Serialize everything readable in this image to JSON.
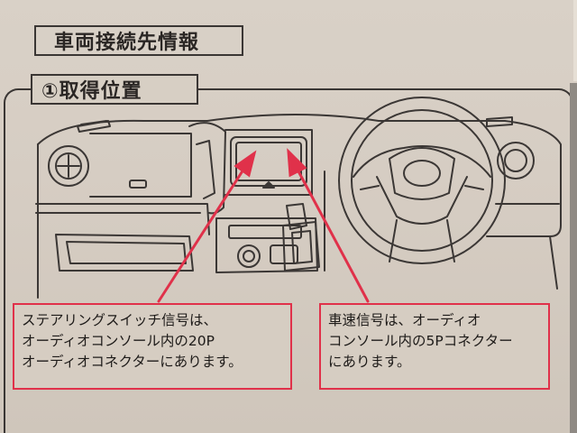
{
  "document": {
    "section_title": "車両接続先情報",
    "subsection_title": "①取得位置"
  },
  "callouts": {
    "left_lines": [
      "ステアリングスイッチ信号は、",
      "オーディオコンソール内の20P",
      "オーディオコネクターにあります。"
    ],
    "right_lines": [
      "車速信号は、オーディオ",
      "コンソール内の5Pコネクター",
      "にあります。"
    ]
  },
  "colors": {
    "callout_border": "#e0314a",
    "arrow": "#e0314a",
    "ink": "#2a2624"
  }
}
